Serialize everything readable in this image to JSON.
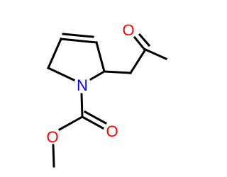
{
  "molecule": {
    "atoms": {
      "oxygen_ketone": "O",
      "nitrogen": "N",
      "oxygen_carbonyl": "O",
      "oxygen_ester": "O"
    },
    "colors": {
      "bond": "#000000",
      "oxygen": "#ff0000",
      "nitrogen": "#0000ff",
      "background": "#ffffff"
    }
  }
}
